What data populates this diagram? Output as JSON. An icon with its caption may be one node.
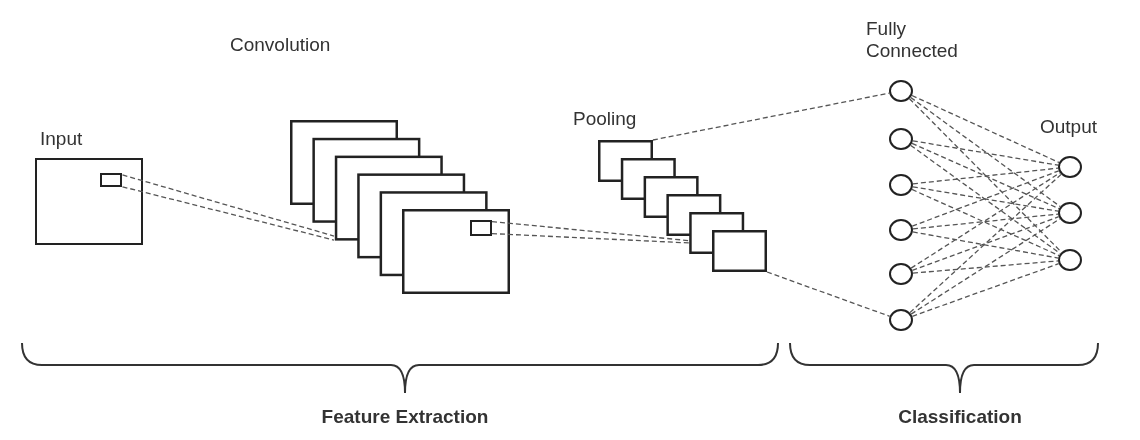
{
  "diagram": {
    "nodes": [
      {
        "text": [],
        "shape": "box"
      },
      {
        "text": [],
        "shape": "box",
        "in": 0
      },
      {
        "text": [],
        "shape": "box"
      },
      {
        "text": [],
        "shape": "box",
        "in": 2
      },
      {
        "text": [],
        "shape": "box"
      },
      {
        "text": [],
        "shape": "circle"
      },
      {
        "text": [],
        "shape": "circle"
      },
      {
        "text": [],
        "shape": "circle"
      },
      {
        "text": [],
        "shape": "circle"
      },
      {
        "text": [],
        "shape": "circle"
      },
      {
        "text": [],
        "shape": "circle"
      },
      {
        "text": [],
        "shape": "circle"
      },
      {
        "text": [],
        "shape": "circle"
      },
      {
        "text": [],
        "shape": "circle"
      }
    ],
    "edges": [
      {
        "from": 1,
        "to": 2,
        "arrow": "none",
        "style": "dashed"
      },
      {
        "from": 1,
        "to": 2,
        "arrow": "none",
        "style": "dashed"
      },
      {
        "from": 3,
        "to": 4,
        "arrow": "none",
        "style": "dashed"
      },
      {
        "from": 3,
        "to": 4,
        "arrow": "none",
        "style": "dashed"
      },
      {
        "from": 4,
        "to": 5,
        "arrow": "none",
        "style": "dashed"
      },
      {
        "from": 4,
        "to": 10,
        "arrow": "none",
        "style": "dashed"
      },
      {
        "from": 5,
        "to": 11,
        "arrow": "none",
        "style": "dashed"
      },
      {
        "from": 5,
        "to": 12,
        "arrow": "none",
        "style": "dashed"
      },
      {
        "from": 5,
        "to": 13,
        "arrow": "none",
        "style": "dashed"
      },
      {
        "from": 6,
        "to": 11,
        "arrow": "none",
        "style": "dashed"
      },
      {
        "from": 6,
        "to": 12,
        "arrow": "none",
        "style": "dashed"
      },
      {
        "from": 6,
        "to": 13,
        "arrow": "none",
        "style": "dashed"
      },
      {
        "from": 7,
        "to": 11,
        "arrow": "none",
        "style": "dashed"
      },
      {
        "from": 7,
        "to": 12,
        "arrow": "none",
        "style": "dashed"
      },
      {
        "from": 7,
        "to": 13,
        "arrow": "none",
        "style": "dashed"
      },
      {
        "from": 8,
        "to": 11,
        "arrow": "none",
        "style": "dashed"
      },
      {
        "from": 8,
        "to": 12,
        "arrow": "none",
        "style": "dashed"
      },
      {
        "from": 8,
        "to": 13,
        "arrow": "none",
        "style": "dashed"
      },
      {
        "from": 9,
        "to": 11,
        "arrow": "none",
        "style": "dashed"
      },
      {
        "from": 9,
        "to": 12,
        "arrow": "none",
        "style": "dashed"
      },
      {
        "from": 9,
        "to": 13,
        "arrow": "none",
        "style": "dashed"
      },
      {
        "from": 10,
        "to": 11,
        "arrow": "none",
        "style": "dashed"
      },
      {
        "from": 10,
        "to": 12,
        "arrow": "none",
        "style": "dashed"
      },
      {
        "from": 10,
        "to": 13,
        "arrow": "none",
        "style": "dashed"
      }
    ],
    "labels": [
      "Fully Connected",
      "Convolution",
      "Pooling",
      "Input",
      "Output",
      "Feature Extraction",
      "Classification"
    ]
  }
}
